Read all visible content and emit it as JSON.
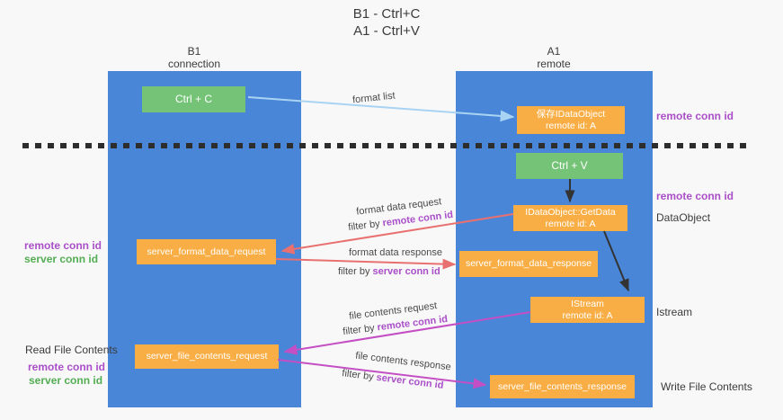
{
  "title": {
    "line1": "B1 - Ctrl+C",
    "line2": "A1 - Ctrl+V"
  },
  "lanes": {
    "left": {
      "name": "B1",
      "role": "connection"
    },
    "right": {
      "name": "A1",
      "role": "remote"
    }
  },
  "nodes": {
    "ctrl_c": {
      "label": "Ctrl + C"
    },
    "save_dataobject": {
      "line1": "保存IDataObject",
      "line2": "remote id: A"
    },
    "ctrl_v": {
      "label": "Ctrl + V"
    },
    "getdata": {
      "line1": "IDataObject::GetData",
      "line2": "remote id: A"
    },
    "istream": {
      "line1": "IStream",
      "line2": "remote id: A"
    },
    "server_format_data_request": {
      "label": "server_format_data_request"
    },
    "server_format_data_response": {
      "label": "server_format_data_response"
    },
    "server_file_contents_request": {
      "label": "server_file_contents_request"
    },
    "server_file_contents_response": {
      "label": "server_file_contents_response"
    }
  },
  "edges": {
    "format_list": {
      "label": "format list"
    },
    "format_request": {
      "label": "format data request",
      "filter_prefix": "filter by ",
      "filter_key": "remote conn id"
    },
    "format_response": {
      "label": "format data response",
      "filter_prefix": "filter by ",
      "filter_key": "server conn id"
    },
    "file_request": {
      "label": "file contents request",
      "filter_prefix": "filter by ",
      "filter_key": "remote conn id"
    },
    "file_response": {
      "label": "file contents response",
      "filter_prefix": "filter by ",
      "filter_key": "server conn id"
    }
  },
  "annotations": {
    "right_top_remote": "remote conn id",
    "right_mid_remote": "remote conn id",
    "dataobject": "DataObject",
    "istream": "Istream",
    "write_file_contents": "Write File Contents",
    "left_format_remote": "remote conn id",
    "left_format_server": "server conn id",
    "read_file_contents": "Read File Contents",
    "left_file_remote": "remote conn id",
    "left_file_server": "server conn id"
  },
  "colors": {
    "lane_blue": "#4a86d8",
    "node_green": "#74c377",
    "node_orange": "#f9ae45",
    "arrow_light_blue": "#a9d3f2",
    "arrow_dark": "#333333",
    "arrow_red": "#e87170",
    "arrow_magenta": "#c44fc4",
    "label_purple": "#aa4fc8",
    "label_green": "#53ae53",
    "text_dark": "#3b3b3b",
    "divider": "#2d2d2d",
    "background": "#f8f8f8"
  }
}
